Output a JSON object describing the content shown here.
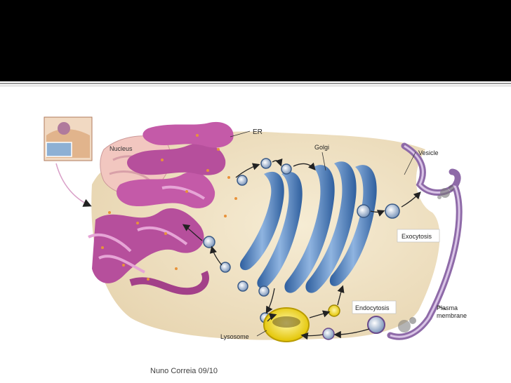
{
  "slide": {
    "footer": "Nuno Correia 09/10"
  },
  "diagram": {
    "labels": {
      "er": "ER",
      "golgi": "Golgi",
      "nucleus": "Nucleus",
      "vesicle": "Vesicle",
      "exocytosis": "Exocytosis",
      "endocytosis": "Endocytosis",
      "plasma_membrane_1": "Plasma",
      "plasma_membrane_2": "membrane",
      "lysosome": "Lysosome"
    }
  }
}
